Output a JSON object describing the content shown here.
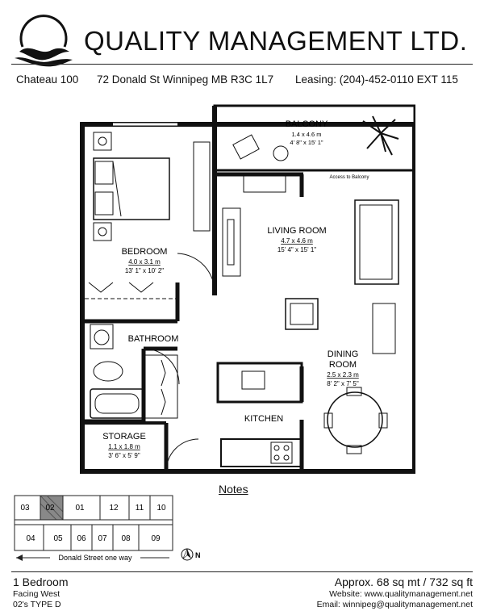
{
  "header": {
    "company_name": "QUALITY MANAGEMENT LTD.",
    "building": "Chateau 100",
    "address": "72 Donald St Winnipeg MB R3C 1L7",
    "leasing": "Leasing: (204)-452-0110  EXT 115"
  },
  "rooms": {
    "balcony": {
      "name": "BALCONY",
      "metric": "1.4 x 4.6 m",
      "imperial": "4' 8\" x 15' 1\""
    },
    "balcony_access": "Access to Balcony",
    "bedroom": {
      "name": "BEDROOM",
      "metric": "4.0 x 3.1 m",
      "imperial": "13' 1\" x 10' 2\""
    },
    "living_room": {
      "name": "LIVING ROOM",
      "metric": "4.7 x 4.6 m",
      "imperial": "15' 4\" x 15' 1\""
    },
    "bathroom": {
      "name": "BATHROOM"
    },
    "dining_room": {
      "name_line1": "DINING",
      "name_line2": "ROOM",
      "metric": "2.5 x 2.3 m",
      "imperial": "8' 2\" x 7' 5\""
    },
    "kitchen": {
      "name": "KITCHEN"
    },
    "storage": {
      "name": "STORAGE",
      "metric": "1.1 x 1.8 m",
      "imperial": "3' 6\" x 5' 9\""
    }
  },
  "notes_label": "Notes",
  "site_plan": {
    "top_units": [
      "03",
      "02",
      "01",
      "12",
      "11",
      "10"
    ],
    "bottom_units": [
      "04",
      "05",
      "06",
      "07",
      "08",
      "09"
    ],
    "highlighted_unit": "02",
    "street_label": "Donald Street one way",
    "north_label": "N"
  },
  "footer": {
    "unit_type": "1 Bedroom",
    "facing": "Facing West",
    "type_code": "02's TYPE D",
    "area": "Approx. 68 sq mt / 732 sq ft",
    "website": "Website: www.qualitymanagement.net",
    "email": "Email: winnipeg@qualitymanagement.net"
  }
}
